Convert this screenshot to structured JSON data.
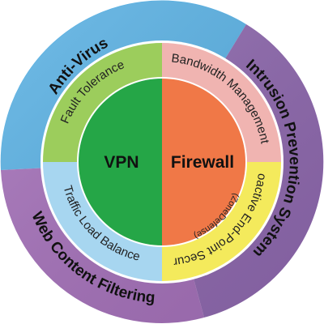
{
  "outer_ring": [
    {
      "label": "Anti-Virus",
      "color": "#58b0e3"
    },
    {
      "label": "Intrusion Prevention System",
      "color": "#8d67ad"
    },
    {
      "label": "Web Content Filtering",
      "color": "#a36fb8"
    }
  ],
  "middle_ring": [
    {
      "label": "Fault Tolerance",
      "color": "#9ccd5c"
    },
    {
      "label": "Bandwidth Management",
      "color": "#f0b4b1"
    },
    {
      "label": "Proactive End-Point Security",
      "sub_label": "(ZoneDefense)",
      "color": "#f4ea5c"
    },
    {
      "label": "Traffic Load Balance",
      "color": "#a7d6f0"
    }
  ],
  "core": [
    {
      "label": "VPN",
      "color": "#25a647"
    },
    {
      "label": "Firewall",
      "color": "#f07847"
    }
  ]
}
